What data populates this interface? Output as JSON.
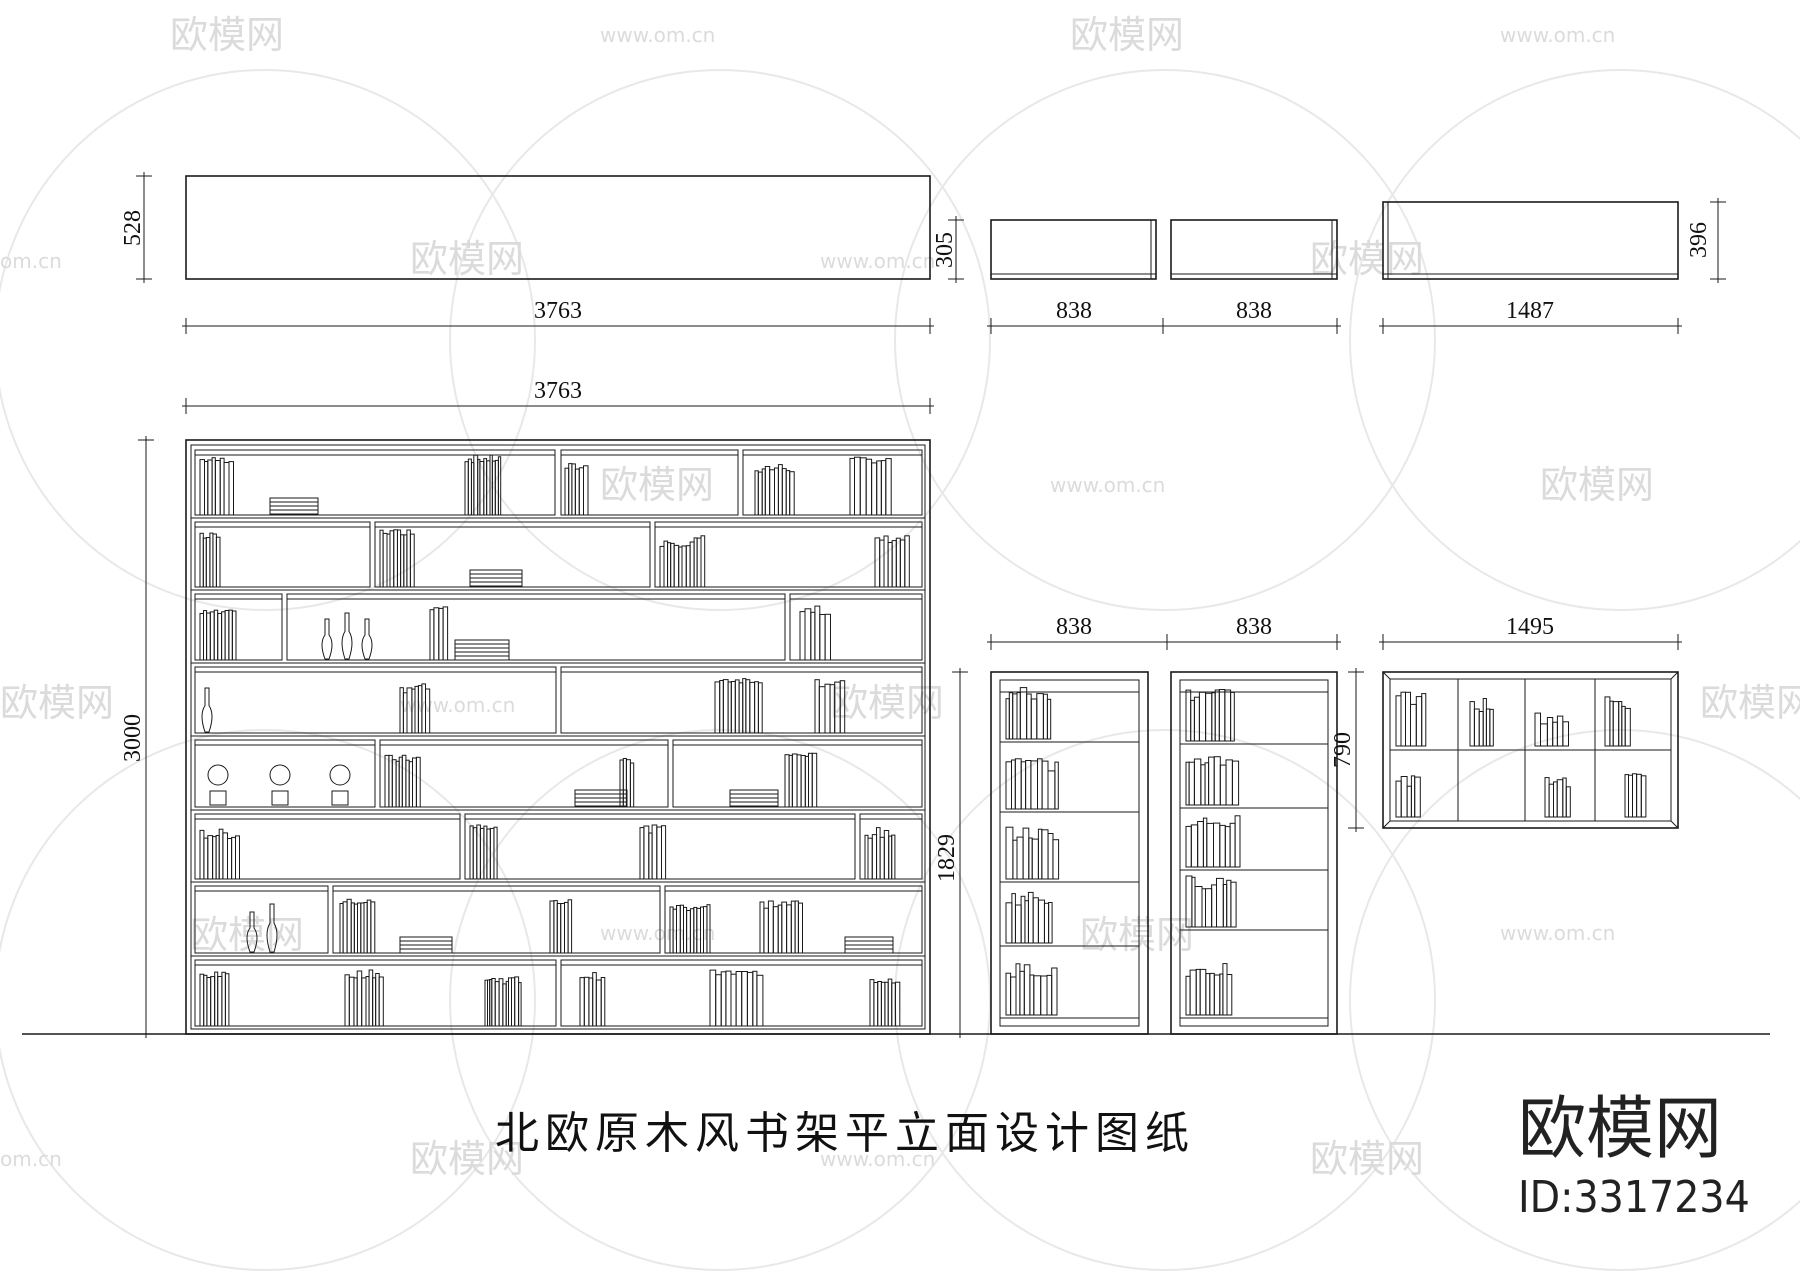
{
  "drawing": {
    "title": "北欧原木风书架平立面设计图纸",
    "brand_name": "欧模网",
    "brand_id": "ID:3317234"
  },
  "watermark": {
    "logo_text": "欧模网",
    "url_text": "www.om.cn",
    "short_text": "om.cn"
  },
  "plan_views": [
    {
      "id": "plan-main",
      "width_label": "3763",
      "depth_label": "528"
    },
    {
      "id": "plan-small-1",
      "width_label": "838",
      "depth_label": "305"
    },
    {
      "id": "plan-small-2",
      "width_label": "838",
      "depth_label": ""
    },
    {
      "id": "plan-wall-unit",
      "width_label": "1487",
      "depth_label": "396"
    }
  ],
  "elevation_views": [
    {
      "id": "elev-main",
      "width_label": "3763",
      "height_label": "3000"
    },
    {
      "id": "elev-small-1",
      "width_label": "838",
      "height_label": "1829"
    },
    {
      "id": "elev-small-2",
      "width_label": "838",
      "height_label": ""
    },
    {
      "id": "elev-wall-unit",
      "width_label": "1495",
      "height_label": "790"
    }
  ]
}
